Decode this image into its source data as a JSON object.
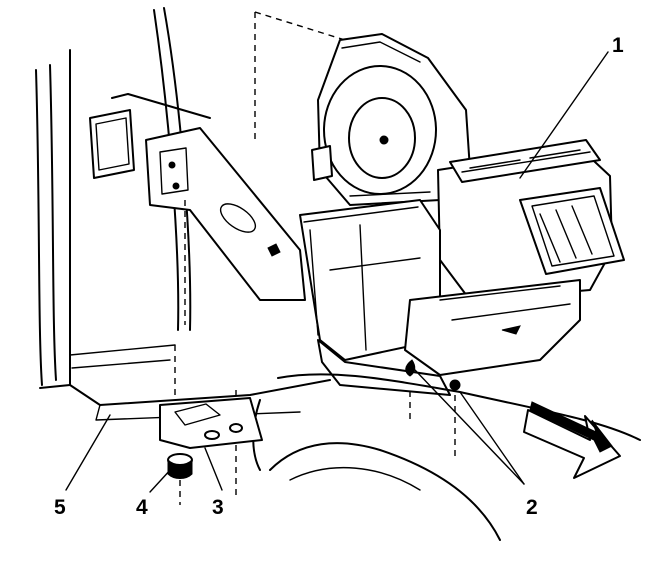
{
  "callouts": {
    "c1": "1",
    "c2": "2",
    "c3": "3",
    "c4": "4",
    "c5": "5"
  },
  "icons": {
    "direction_arrow": "arrow-icon"
  },
  "colors": {
    "ink": "#000000",
    "paper": "#ffffff"
  }
}
